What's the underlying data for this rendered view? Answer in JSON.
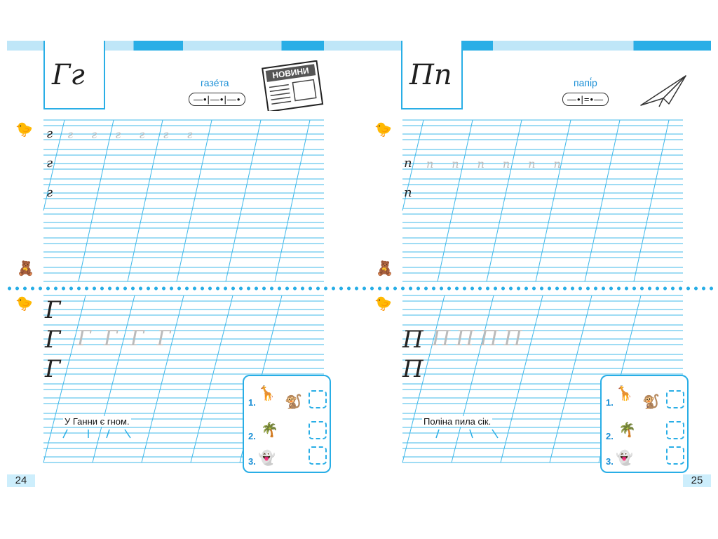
{
  "left": {
    "letters": "Гг",
    "word": "газе́та",
    "scheme": "—•|—•|—•",
    "newspaper_title": "НОВИНИ",
    "sentence": "У Ганни є гном.",
    "page_number": "24",
    "quiz_numbers": [
      "1.",
      "2.",
      "3."
    ]
  },
  "right": {
    "letters": "Пп",
    "word": "папі́р",
    "scheme": "—•|=•—",
    "sentence": "Поліна пила сік.",
    "page_number": "25",
    "quiz_numbers": [
      "1.",
      "2.",
      "3."
    ]
  },
  "colors": {
    "accent": "#29aee6",
    "light_accent": "#bfe6f8",
    "ruling": "#3fb8ea",
    "page_number_bg": "#cdeefc"
  },
  "icons": [
    "mascot-bird-icon",
    "mascot-bear-icon",
    "newspaper-icon",
    "paper-plane-icon",
    "giraffe-icon",
    "monkey-icon",
    "tree-icon",
    "check-icon",
    "cross-icon"
  ]
}
